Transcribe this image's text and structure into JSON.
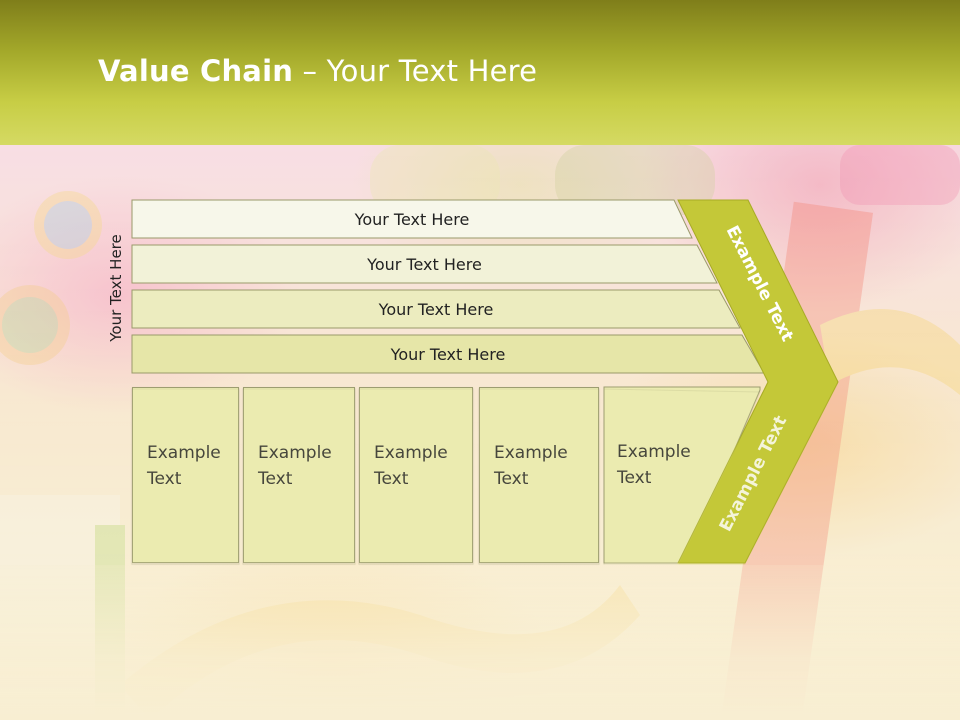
{
  "slide": {
    "title_bold": "Value Chain",
    "title_rest": " – Your Text Here",
    "side_label": "Your Text Here"
  },
  "bars": [
    {
      "label": "Your Text Here"
    },
    {
      "label": "Your Text Here"
    },
    {
      "label": "Your Text Here"
    },
    {
      "label": "Your Text Here"
    }
  ],
  "columns": [
    {
      "line1": "Example",
      "line2": "Text"
    },
    {
      "line1": "Example",
      "line2": "Text"
    },
    {
      "line1": "Example",
      "line2": "Text"
    },
    {
      "line1": "Example",
      "line2": "Text"
    },
    {
      "line1": "Example",
      "line2": "Text"
    }
  ],
  "chevron": {
    "upper_label": "Example Text",
    "lower_label": "Example Text"
  },
  "colors": {
    "header_dark": "#7f7e1a",
    "header_light": "#d5da63",
    "chevron_fill": "#c4c838",
    "box_fill": "#ebebb0"
  }
}
